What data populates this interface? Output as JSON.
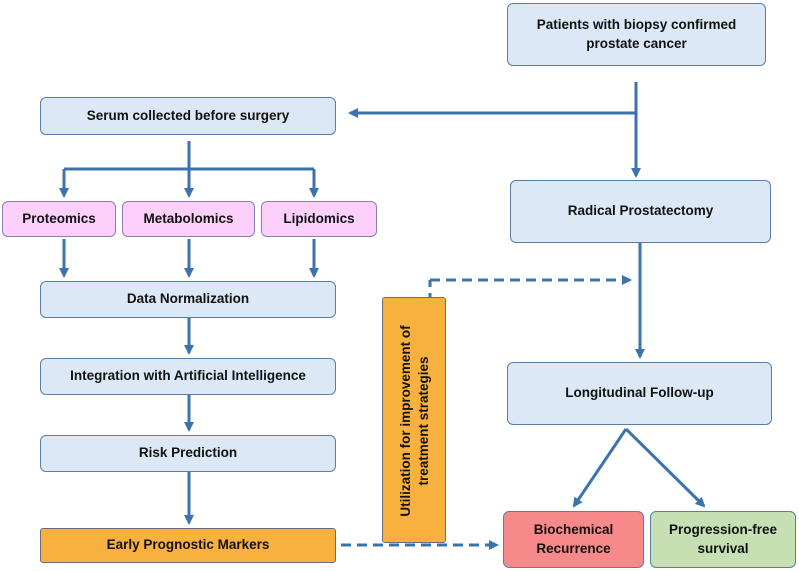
{
  "nodes": {
    "patients": "Patients with biopsy confirmed prostate cancer",
    "serum": "Serum collected before surgery",
    "proteomics": "Proteomics",
    "metabolomics": "Metabolomics",
    "lipidomics": "Lipidomics",
    "normalization": "Data Normalization",
    "ai": "Integration with Artificial Intelligence",
    "risk": "Risk Prediction",
    "markers": "Early Prognostic Markers",
    "prostatectomy": "Radical Prostatectomy",
    "followup": "Longitudinal Follow-up",
    "biochemical": "Biochemical Recurrence",
    "pfs": "Progression-free survival",
    "utilization": "Utilization for improvement of treatment strategies"
  },
  "colors": {
    "box_fill": "#dce8f5",
    "box_border": "#5a7fa5",
    "omics_fill": "#fcd0fb",
    "highlight_fill": "#f8b13f",
    "recurrence_fill": "#f7898a",
    "survival_fill": "#c6e0b4",
    "arrow": "#3d73ac"
  }
}
